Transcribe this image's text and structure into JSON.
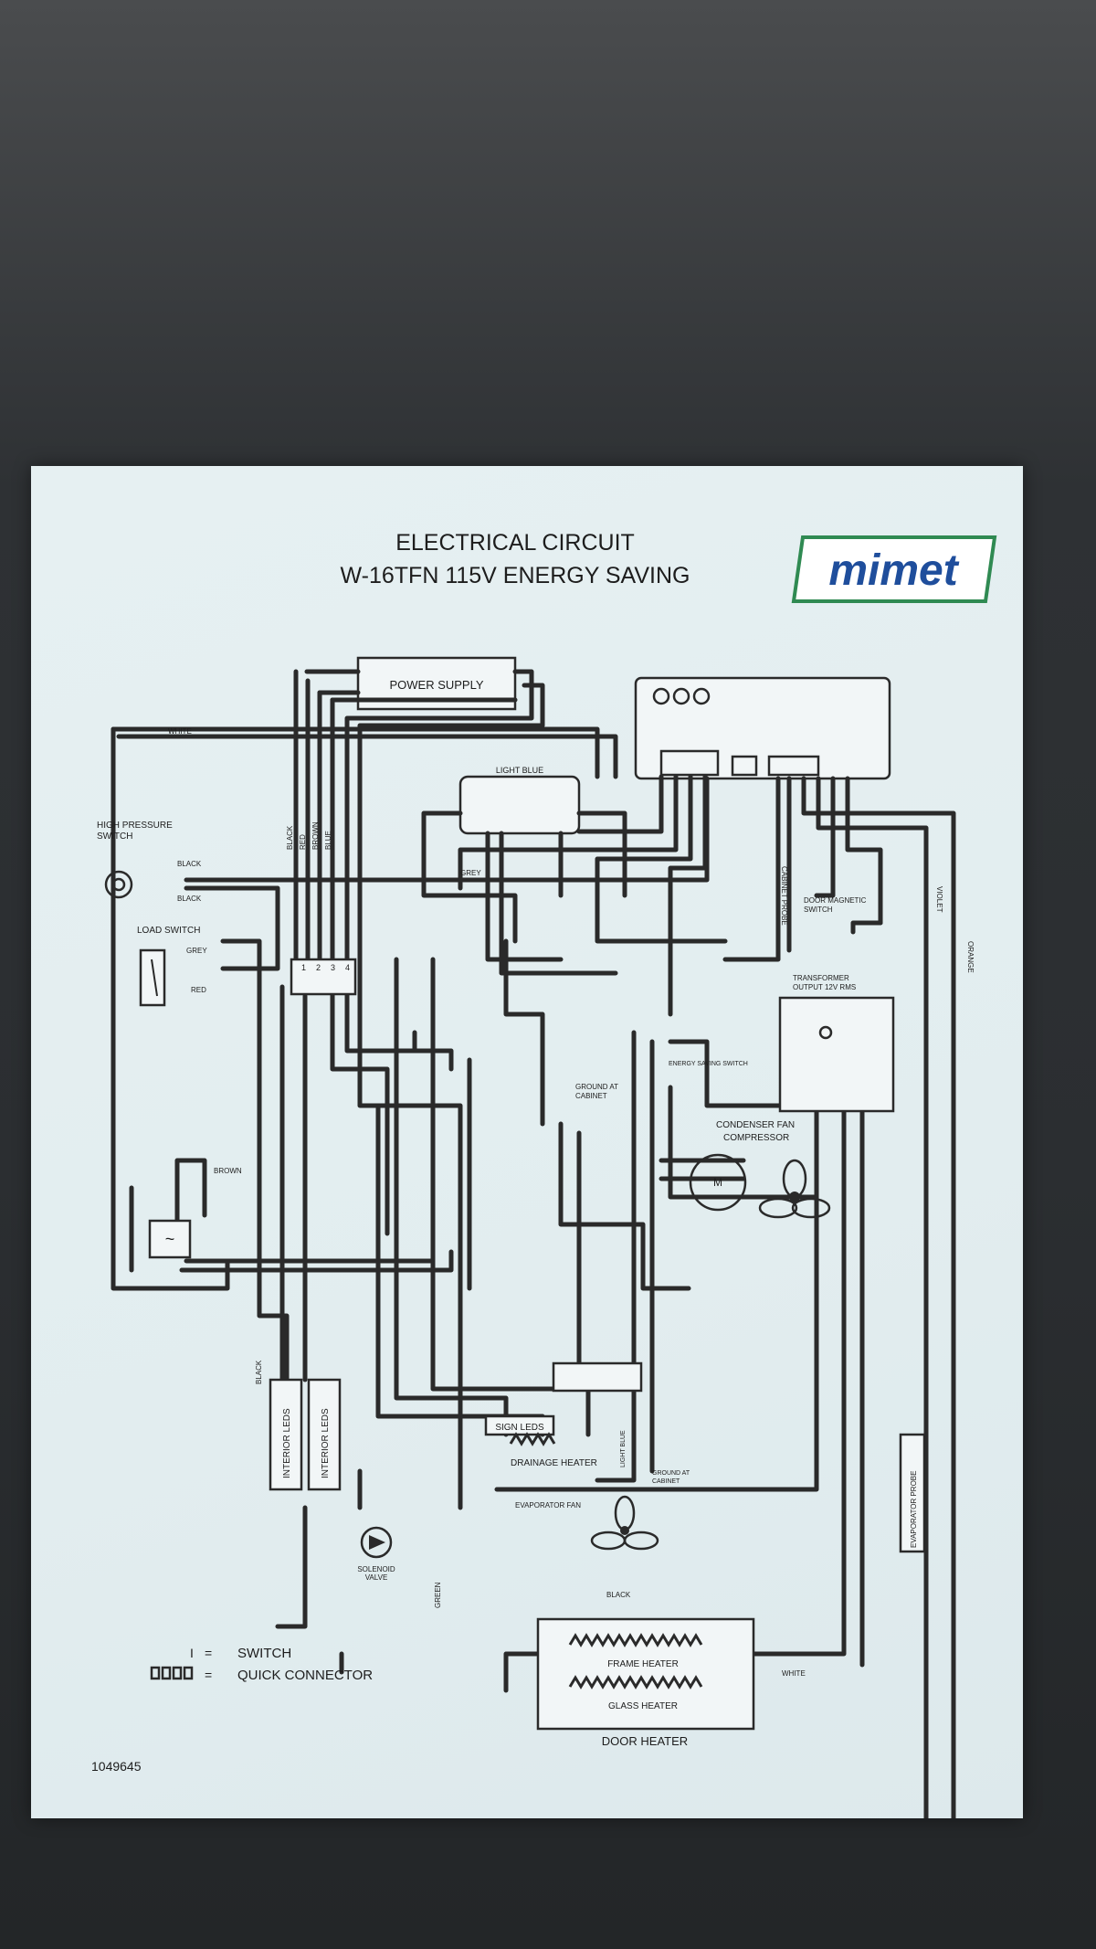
{
  "header": {
    "title_line1": "ELECTRICAL CIRCUIT",
    "title_line2": "W-16TFN 115V ENERGY SAVING",
    "brand": "mimet"
  },
  "components": {
    "power_supply": "POWER SUPPLY",
    "high_pressure_switch": [
      "HIGH PRESSURE",
      "SWITCH"
    ],
    "load_switch": "LOAD SWITCH",
    "light_blue": "LIGHT BLUE",
    "cabinet_probe": "CABINET PROBE",
    "door_magnetic_switch": [
      "DOOR MAGNETIC",
      "SWITCH"
    ],
    "transformer": [
      "TRANSFORMER",
      "OUTPUT 12V RMS"
    ],
    "ground_at_cabinet": [
      "GROUND AT",
      "CABINET"
    ],
    "condenser_fan": "CONDENSER FAN",
    "compressor": "COMPRESSOR",
    "energy_saving_switch": "ENERGY SAVING SWITCH",
    "interior_leds_1": "INTERIOR LEDS",
    "interior_leds_2": "INTERIOR LEDS",
    "sign_leds": "SIGN LEDS",
    "drainage_heater": "DRAINAGE HEATER",
    "evaporator_fan": "EVAPORATOR FAN",
    "solenoid_valve": [
      "SOLENOID",
      "VALVE"
    ],
    "evaporator_probe": "EVAPORATOR PROBE",
    "frame_heater": "FRAME HEATER",
    "glass_heater": "GLASS HEATER",
    "door_heater": "DOOR HEATER"
  },
  "wire_colors": {
    "white": "WHITE",
    "black": "BLACK",
    "grey": "GREY",
    "red": "RED",
    "brown": "BROWN",
    "blue": "BLUE",
    "violet": "VIOLET",
    "orange": "ORANGE",
    "green": "GREEN",
    "light_blue": "LIGHT BLUE"
  },
  "legend": {
    "switch_symbol": "I",
    "switch_label": "SWITCH",
    "connector_symbol": "=",
    "connector_label": "QUICK CONNECTOR",
    "eq": "="
  },
  "terminal_numbers": [
    "1",
    "2",
    "3",
    "4"
  ],
  "doc_number": "1049645",
  "colors": {
    "brand": "#1f4e9c",
    "brand_border": "#2f8a52",
    "ink": "#1d1d1d"
  }
}
